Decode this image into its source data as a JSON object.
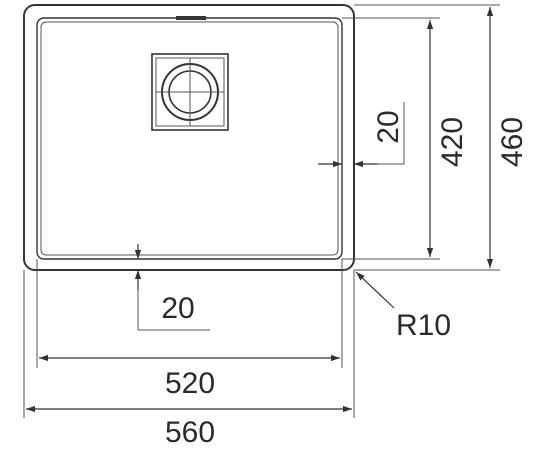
{
  "drawing": {
    "dimensions": {
      "inner_depth": "420",
      "outer_depth": "460",
      "side_rim": "20",
      "front_rim": "20",
      "inner_width": "520",
      "outer_width": "560",
      "corner_radius": "R10"
    },
    "colors": {
      "line": "#333333",
      "background": "#ffffff"
    }
  }
}
